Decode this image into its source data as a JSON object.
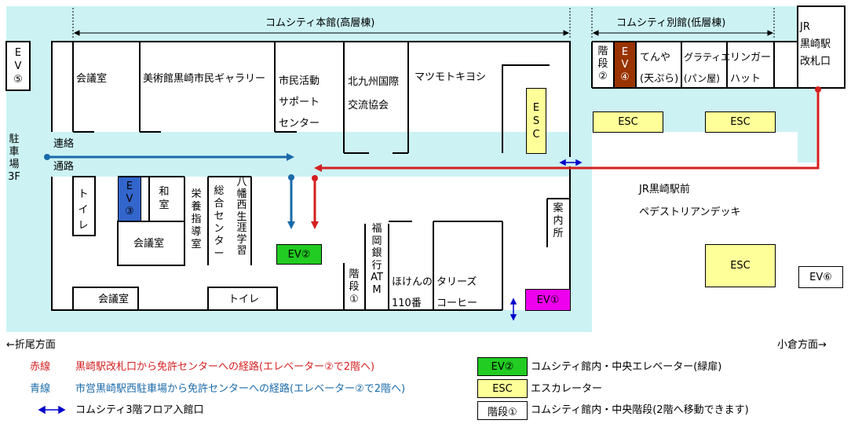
{
  "buildings": {
    "main": "コムシティ本館(高層棟)",
    "annex": "コムシティ別館(低層棟)",
    "jr_gate": [
      "JR",
      "黒崎駅",
      "改札口"
    ]
  },
  "rooms": {
    "kaigishitsu_top": "会議室",
    "gallery": "美術館黒崎市民ギャラリー",
    "shimin": [
      "市民活動",
      "サポート",
      "センター"
    ],
    "kokusai": [
      "北九州国際",
      "交流協会"
    ],
    "matsumoto": "マツモトキヨシ",
    "wa": "和室",
    "kaigishitsu_mid": "会議室",
    "eiyou": "栄養指導室",
    "sougou": "総合センター",
    "yahata": "八幡西生涯学習",
    "toilet_left": "トイレ",
    "kaigishitsu_bottom": "会議室",
    "toilet_bottom": "トイレ",
    "stairs1": "階段①",
    "atm": "福岡銀行ATM",
    "hoken": [
      "ほけんの",
      "110番"
    ],
    "tullys": [
      "タリーズ",
      "コーヒー"
    ],
    "annai": "案内所",
    "stairs2": "階段②",
    "tenya": [
      "てんや",
      "(天ぷら)"
    ],
    "gratie": [
      "グラティエ",
      "(パン屋)"
    ],
    "ringer": [
      "リンガー",
      "ハット"
    ]
  },
  "elevators": {
    "ev5": "EV⑤",
    "ev3": "EV③",
    "ev4": "EV④",
    "ev2": "EV②",
    "ev1": "EV①",
    "ev6": "EV⑥"
  },
  "escalators": {
    "esc_vertical": "ESC",
    "esc_annex1": "ESC",
    "esc_annex2": "ESC",
    "esc_deck": "ESC"
  },
  "labels": {
    "parking": "駐車場3F",
    "renraku1": "連絡",
    "renraku2": "通路",
    "deck1": "JR黒崎駅前",
    "deck2": "ペデストリアンデッキ",
    "left_dir": "←折尾方面",
    "right_dir": "小倉方面→"
  },
  "legend": {
    "red_key": "赤線",
    "red_text": "黒崎駅改札口から免許センターへの経路(エレベーター②で2階へ)",
    "blue_key": "青線",
    "blue_text": "市営黒崎駅西駐車場から免許センターへの経路(エレベーター②で2階へ)",
    "entrance_text": "コムシティ3階フロア入館口",
    "ev2_key": "EV②",
    "ev2_text": "コムシティ館内・中央エレベーター(緑扉)",
    "esc_key": "ESC",
    "esc_text": "エスカレーター",
    "stairs_key": "階段①",
    "stairs_text": "コムシティ館内・中央階段(2階へ移動できます)"
  },
  "colors": {
    "corridor": "#ccf2f4",
    "red_route": "#d41f1f",
    "blue_route": "#1a6aa8",
    "esc": "#ffff99",
    "ev2": "#22cc22",
    "ev1": "#ee00ee",
    "ev3": "#3366cc",
    "ev4": "#993300"
  }
}
